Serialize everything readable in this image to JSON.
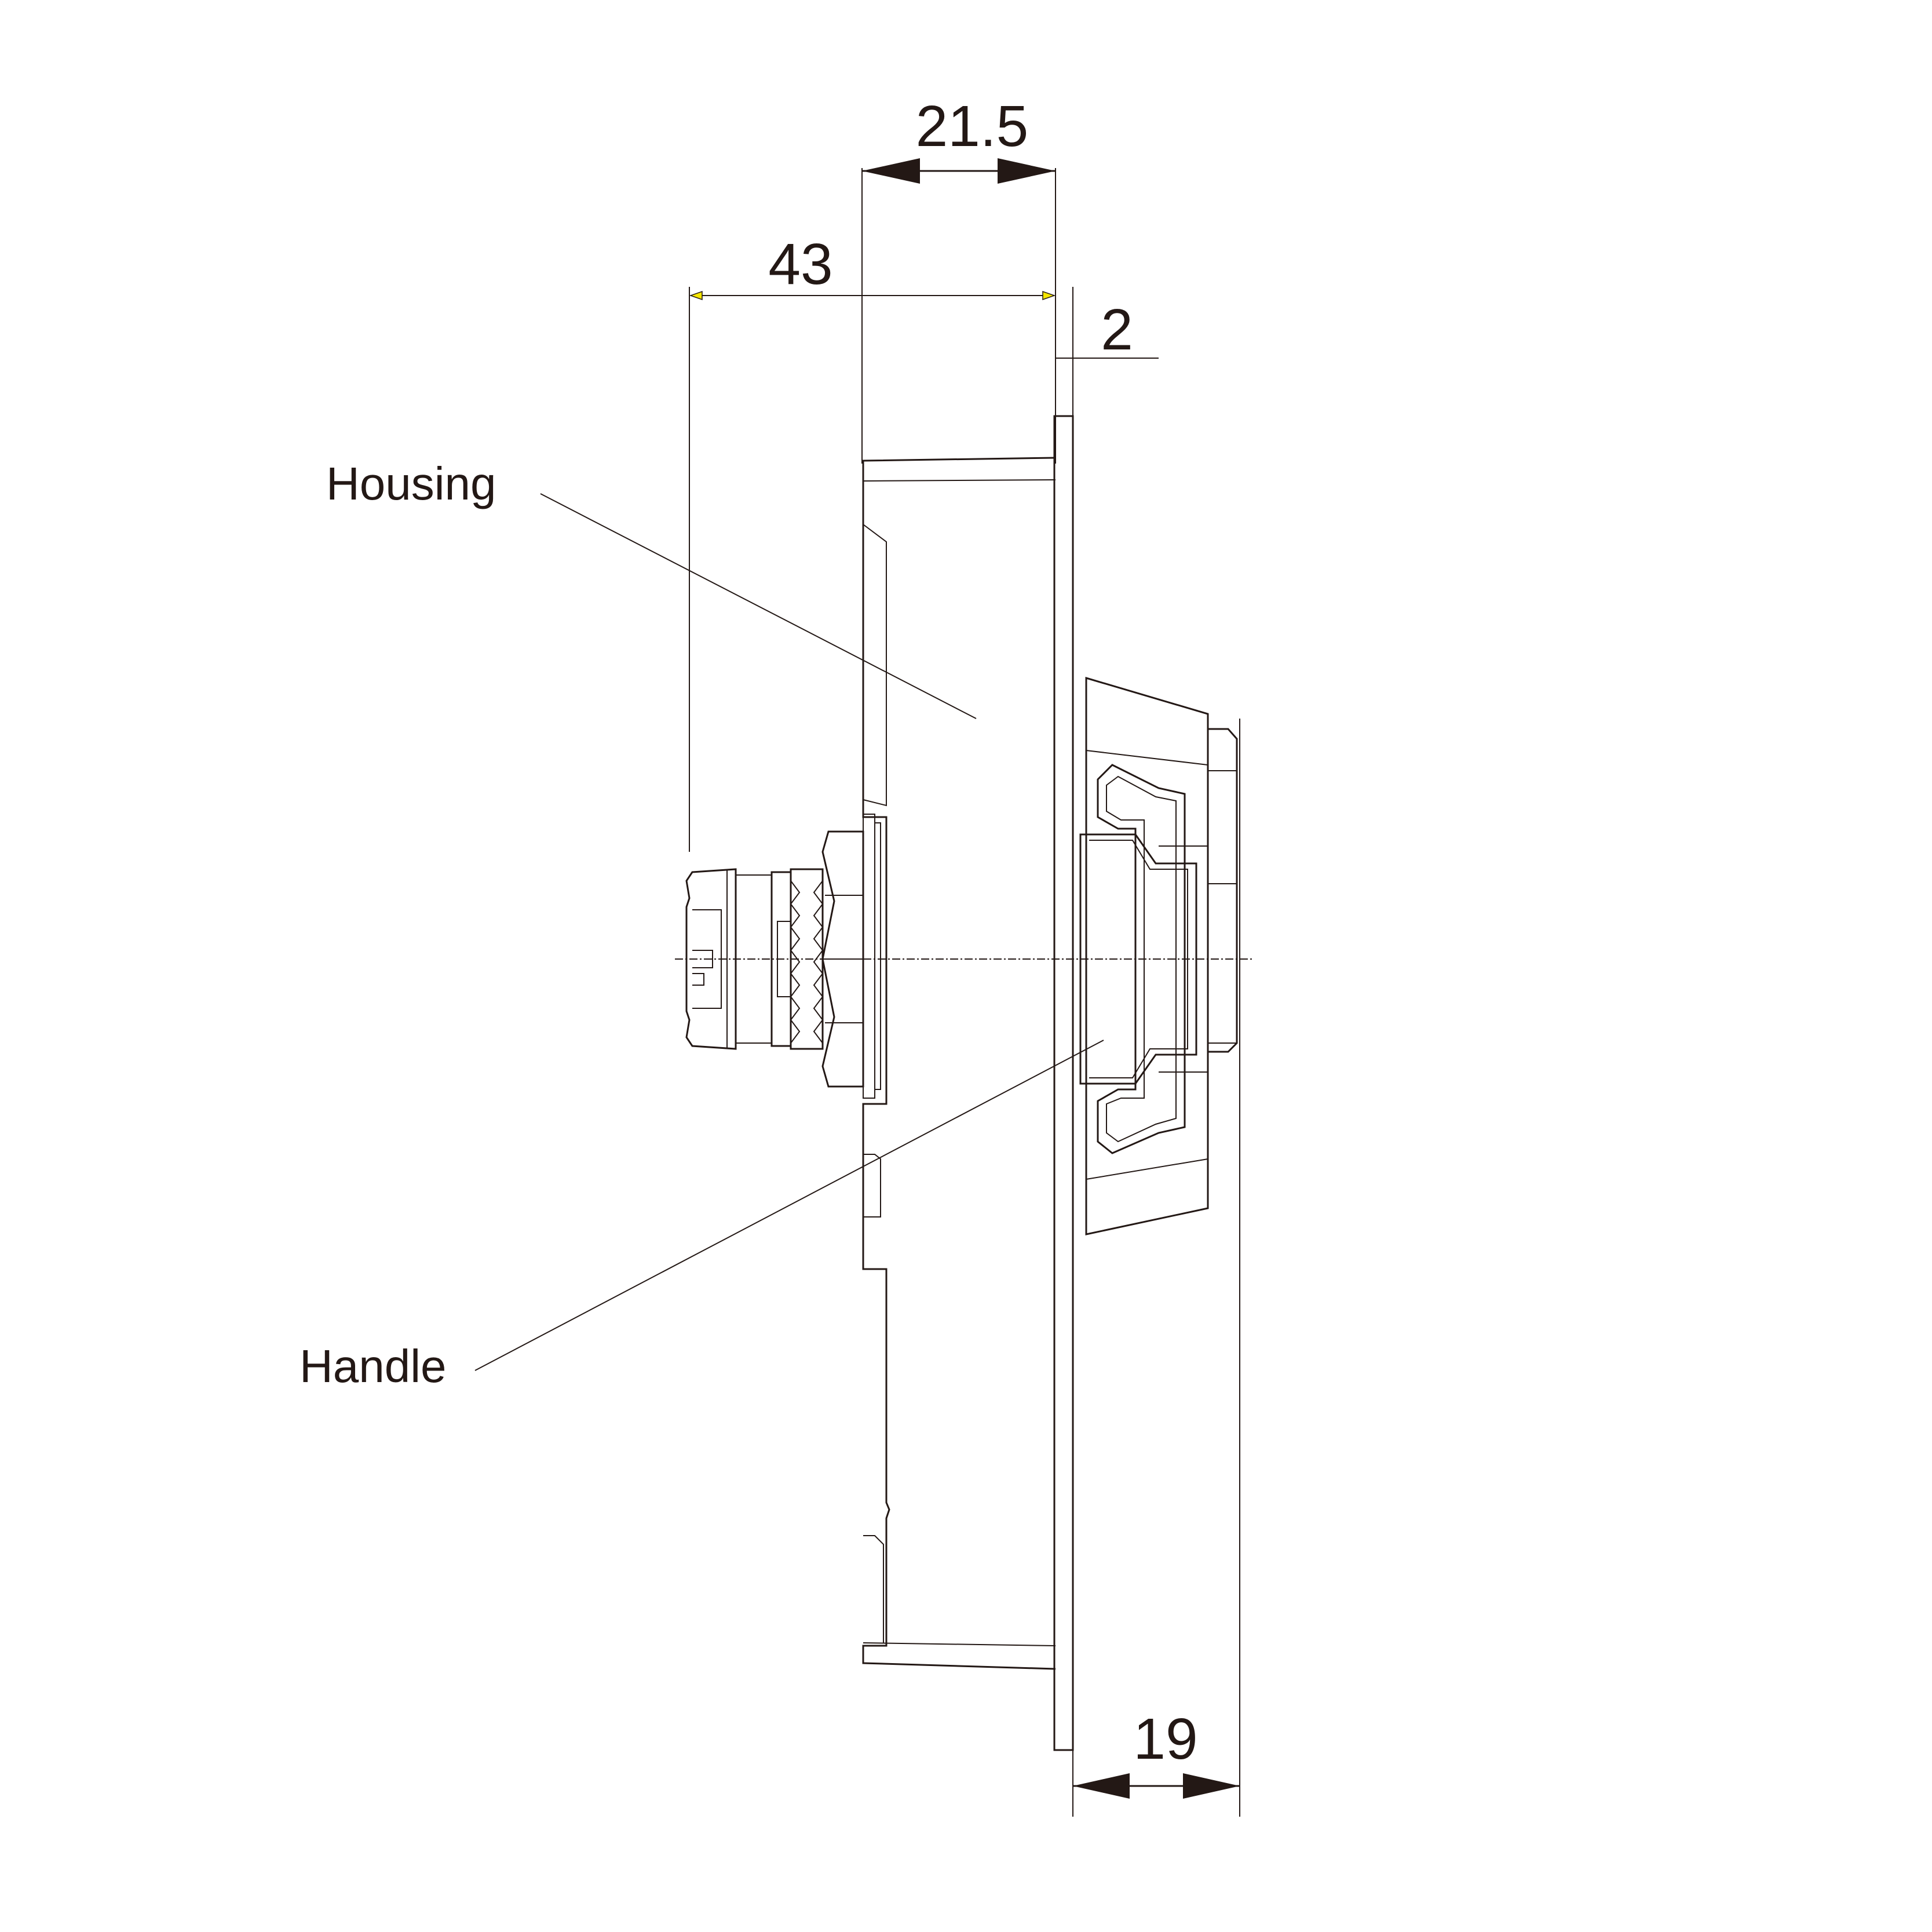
{
  "dimensions": {
    "overall_depth": "43",
    "housing_depth": "21.5",
    "plate_thickness": "2",
    "handle_projection": "19"
  },
  "callouts": {
    "housing": "Housing",
    "handle": "Handle"
  },
  "colors": {
    "line": "#231815",
    "dimension_arrow_small": "#f5e600",
    "background": "#ffffff"
  }
}
